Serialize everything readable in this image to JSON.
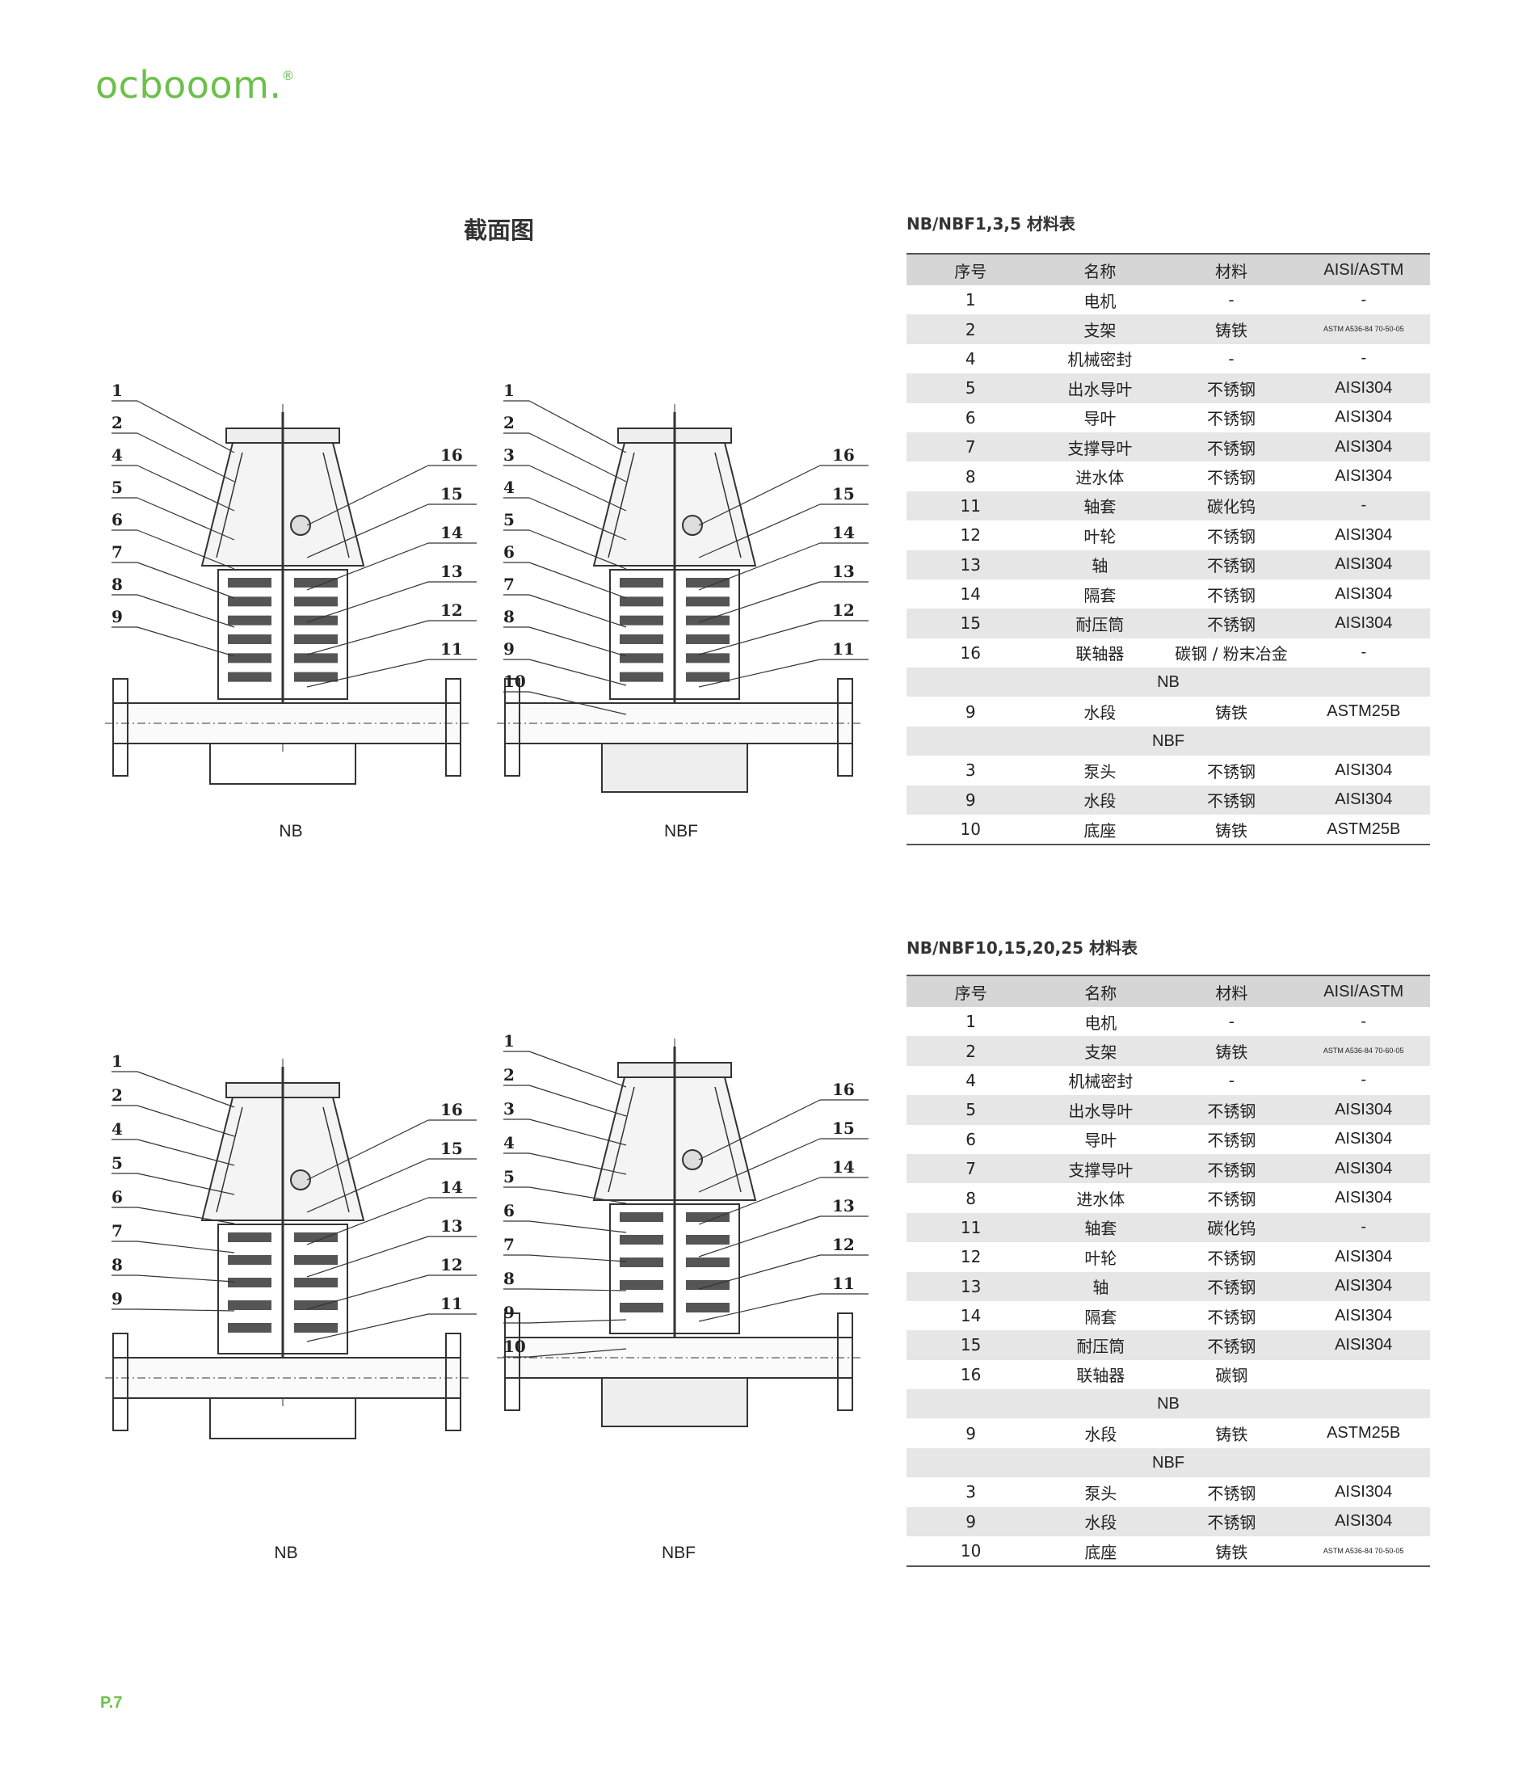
{
  "brand": {
    "logo_text": "ocbooom.",
    "logo_mark": "®"
  },
  "page_number": "P.7",
  "section_title": "截面图",
  "diagrams": [
    {
      "caption": "NB",
      "callouts_left": [
        "1",
        "2",
        "4",
        "5",
        "6",
        "7",
        "8",
        "9"
      ],
      "callouts_right": [
        "16",
        "15",
        "14",
        "13",
        "12",
        "11"
      ]
    },
    {
      "caption": "NBF",
      "callouts_left": [
        "1",
        "2",
        "3",
        "4",
        "5",
        "6",
        "7",
        "8",
        "9",
        "10"
      ],
      "callouts_right": [
        "16",
        "15",
        "14",
        "13",
        "12",
        "11"
      ]
    },
    {
      "caption": "NB",
      "callouts_left": [
        "1",
        "2",
        "4",
        "5",
        "6",
        "7",
        "8",
        "9"
      ],
      "callouts_right": [
        "16",
        "15",
        "14",
        "13",
        "12",
        "11"
      ]
    },
    {
      "caption": "NBF",
      "callouts_left": [
        "1",
        "2",
        "3",
        "4",
        "5",
        "6",
        "7",
        "8",
        "9",
        "10"
      ],
      "callouts_right": [
        "16",
        "15",
        "14",
        "13",
        "12",
        "11"
      ]
    }
  ],
  "tables": [
    {
      "title": "NB/NBF1,3,5 材料表",
      "headers": [
        "序号",
        "名称",
        "材料",
        "AISI/ASTM"
      ],
      "rows": [
        [
          "1",
          "电机",
          "-",
          "-"
        ],
        [
          "2",
          "支架",
          "铸铁",
          "ASTM A536-84 70-50-05"
        ],
        [
          "4",
          "机械密封",
          "-",
          "-"
        ],
        [
          "5",
          "出水导叶",
          "不锈钢",
          "AISI304"
        ],
        [
          "6",
          "导叶",
          "不锈钢",
          "AISI304"
        ],
        [
          "7",
          "支撑导叶",
          "不锈钢",
          "AISI304"
        ],
        [
          "8",
          "进水体",
          "不锈钢",
          "AISI304"
        ],
        [
          "11",
          "轴套",
          "碳化钨",
          "-"
        ],
        [
          "12",
          "叶轮",
          "不锈钢",
          "AISI304"
        ],
        [
          "13",
          "轴",
          "不锈钢",
          "AISI304"
        ],
        [
          "14",
          "隔套",
          "不锈钢",
          "AISI304"
        ],
        [
          "15",
          "耐压筒",
          "不锈钢",
          "AISI304"
        ],
        [
          "16",
          "联轴器",
          "碳钢 / 粉末冶金",
          "-"
        ]
      ],
      "nb_label": "NB",
      "nb_rows": [
        [
          "9",
          "水段",
          "铸铁",
          "ASTM25B"
        ]
      ],
      "nbf_label": "NBF",
      "nbf_rows": [
        [
          "3",
          "泵头",
          "不锈钢",
          "AISI304"
        ],
        [
          "9",
          "水段",
          "不锈钢",
          "AISI304"
        ],
        [
          "10",
          "底座",
          "铸铁",
          "ASTM25B"
        ]
      ]
    },
    {
      "title": "NB/NBF10,15,20,25 材料表",
      "headers": [
        "序号",
        "名称",
        "材料",
        "AISI/ASTM"
      ],
      "rows": [
        [
          "1",
          "电机",
          "-",
          "-"
        ],
        [
          "2",
          "支架",
          "铸铁",
          "ASTM A536-84 70-60-05"
        ],
        [
          "4",
          "机械密封",
          "-",
          "-"
        ],
        [
          "5",
          "出水导叶",
          "不锈钢",
          "AISI304"
        ],
        [
          "6",
          "导叶",
          "不锈钢",
          "AISI304"
        ],
        [
          "7",
          "支撑导叶",
          "不锈钢",
          "AISI304"
        ],
        [
          "8",
          "进水体",
          "不锈钢",
          "AISI304"
        ],
        [
          "11",
          "轴套",
          "碳化钨",
          "-"
        ],
        [
          "12",
          "叶轮",
          "不锈钢",
          "AISI304"
        ],
        [
          "13",
          "轴",
          "不锈钢",
          "AISI304"
        ],
        [
          "14",
          "隔套",
          "不锈钢",
          "AISI304"
        ],
        [
          "15",
          "耐压筒",
          "不锈钢",
          "AISI304"
        ],
        [
          "16",
          "联轴器",
          "碳钢",
          ""
        ]
      ],
      "nb_label": "NB",
      "nb_rows": [
        [
          "9",
          "水段",
          "铸铁",
          "ASTM25B"
        ]
      ],
      "nbf_label": "NBF",
      "nbf_rows": [
        [
          "3",
          "泵头",
          "不锈钢",
          "AISI304"
        ],
        [
          "9",
          "水段",
          "不锈钢",
          "AISI304"
        ],
        [
          "10",
          "底座",
          "铸铁",
          "ASTM A536-84 70-50-05"
        ]
      ]
    }
  ]
}
